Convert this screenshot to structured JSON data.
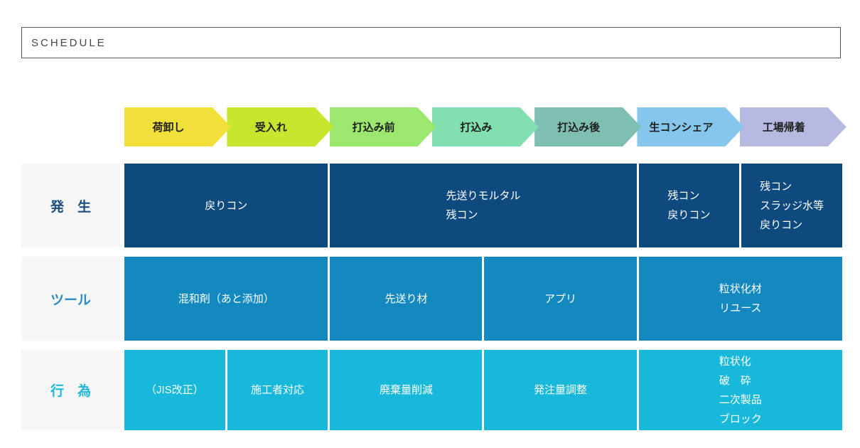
{
  "header": {
    "title": "SCHEDULE"
  },
  "chevrons": [
    {
      "label": "荷卸し",
      "color": "#f2e03a"
    },
    {
      "label": "受入れ",
      "color": "#c7e72f"
    },
    {
      "label": "打込み前",
      "color": "#9ce76d"
    },
    {
      "label": "打込み",
      "color": "#82dfb0"
    },
    {
      "label": "打込み後",
      "color": "#7ebfb2"
    },
    {
      "label": "生コンシェア",
      "color": "#86c6ed"
    },
    {
      "label": "工場帰着",
      "color": "#b6bae0"
    }
  ],
  "rows": [
    {
      "id": "occurrence",
      "label": "発　生",
      "label_color": "#1d4e7e",
      "cell_bg": "#0e4a7d",
      "height": 118,
      "cells": [
        {
          "span": 4,
          "align": "center",
          "lines": [
            "戻りコン"
          ]
        },
        {
          "span": 6,
          "align": "left",
          "lines": [
            "先送りモルタル",
            "残コン"
          ]
        },
        {
          "span": 2,
          "align": "left",
          "lines": [
            "残コン",
            "戻りコン"
          ]
        },
        {
          "span": 2,
          "align": "left",
          "lines": [
            "残コン",
            "スラッジ水等",
            "戻りコン"
          ]
        }
      ]
    },
    {
      "id": "tools",
      "label": "ツール",
      "label_color": "#2a8ec2",
      "cell_bg": "#1389c0",
      "height": 118,
      "cells": [
        {
          "span": 4,
          "align": "center",
          "lines": [
            "混和剤（あと添加）"
          ]
        },
        {
          "span": 3,
          "align": "center",
          "lines": [
            "先送り材"
          ]
        },
        {
          "span": 3,
          "align": "center",
          "lines": [
            "アプリ"
          ]
        },
        {
          "span": 4,
          "align": "center",
          "lines": [
            "粒状化材",
            "リユース"
          ]
        }
      ]
    },
    {
      "id": "actions",
      "label": "行　為",
      "label_color": "#20b8dc",
      "cell_bg": "#17b8d9",
      "height": 113,
      "cells": [
        {
          "span": 2,
          "align": "center",
          "lines": [
            "（JIS改正）"
          ]
        },
        {
          "span": 2,
          "align": "center",
          "lines": [
            "施工者対応"
          ]
        },
        {
          "span": 3,
          "align": "center",
          "lines": [
            "廃棄量削減"
          ]
        },
        {
          "span": 3,
          "align": "center",
          "lines": [
            "発注量調整"
          ]
        },
        {
          "span": 4,
          "align": "left",
          "lines": [
            "粒状化",
            "破　砕",
            "二次製品",
            "ブロック"
          ]
        }
      ]
    }
  ],
  "layout_colors": {
    "chevron_text": "#1f1f1f",
    "cell_text": "#ffffff",
    "label_bg": "#f6f6f7",
    "header_border": "#5b5b63"
  }
}
